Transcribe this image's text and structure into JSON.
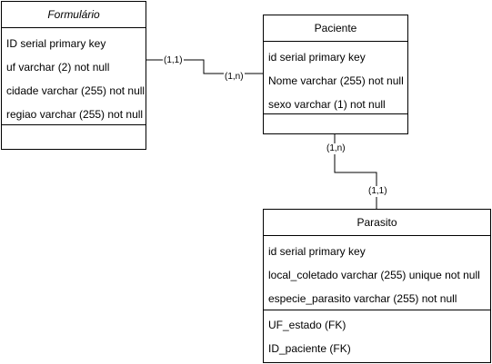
{
  "entities": {
    "formulario": {
      "title": "Formulário",
      "attributes": [
        "ID serial primary key",
        "uf varchar (2) not null",
        "cidade varchar (255) not null",
        "regiao varchar (255) not null"
      ]
    },
    "paciente": {
      "title": "Paciente",
      "attributes": [
        "id serial primary key",
        "Nome varchar (255) not null",
        "sexo varchar (1) not null"
      ]
    },
    "parasito": {
      "title": "Parasito",
      "attributes": [
        "id serial primary key",
        "local_coletado varchar (255) unique not null",
        "especie_parasito varchar (255) not null"
      ],
      "foreign_keys": [
        "UF_estado (FK)",
        "ID_paciente (FK)"
      ]
    }
  },
  "relationships": [
    {
      "from": "Formulário",
      "to": "Paciente",
      "from_card": "(1,1)",
      "to_card": "(1,n)"
    },
    {
      "from": "Paciente",
      "to": "Parasito",
      "from_card": "(1,n)",
      "to_card": "(1,1)"
    }
  ]
}
